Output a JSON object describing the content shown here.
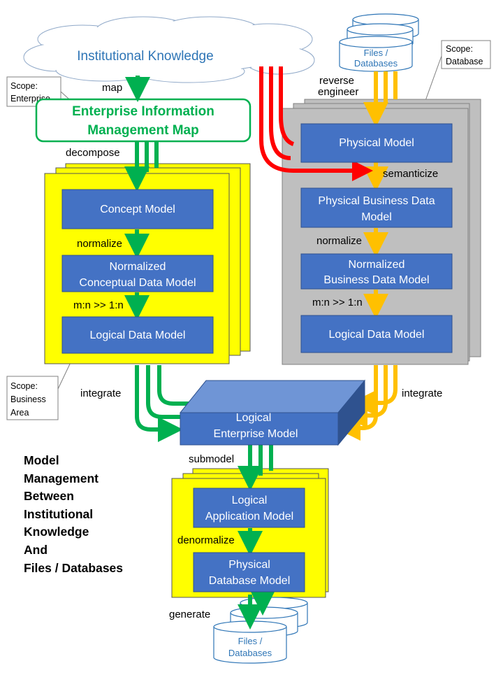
{
  "diagram": {
    "title_lines": [
      "Model",
      "Management",
      "Between",
      "Institutional",
      "Knowledge",
      "And",
      "Files / Databases"
    ],
    "cloud_label": "Institutional Knowledge",
    "eim_map": [
      "Enterprise Information",
      "Management Map"
    ],
    "scopes": {
      "enterprise": [
        "Scope:",
        "Enterprise"
      ],
      "database": [
        "Scope:",
        "Database"
      ],
      "business_area": [
        "Scope:",
        "Business",
        "Area"
      ]
    },
    "files_top": [
      "Files /",
      "Databases"
    ],
    "files_bottom": [
      "Files /",
      "Databases"
    ],
    "left_stack": {
      "concept": "Concept Model",
      "normalized_conceptual": [
        "Normalized",
        "Conceptual Data Model"
      ],
      "logical": "Logical Data Model"
    },
    "right_stack": {
      "physical": "Physical Model",
      "physical_business": [
        "Physical Business Data",
        "Model"
      ],
      "normalized_business": [
        "Normalized",
        "Business Data Model"
      ],
      "logical": "Logical Data Model"
    },
    "enterprise_model": [
      "Logical",
      "Enterprise Model"
    ],
    "bottom_stack": {
      "application": [
        "Logical",
        "Application Model"
      ],
      "physical_db": [
        "Physical",
        "Database Model"
      ]
    },
    "labels": {
      "map": "map",
      "decompose": "decompose",
      "normalize_left": "normalize",
      "mn_left": "m:n >> 1:n",
      "integrate_left": "integrate",
      "reverse_engineer": [
        "reverse",
        "engineer"
      ],
      "semanticize": "semanticize",
      "normalize_right": "normalize",
      "mn_right": "m:n >> 1:n",
      "integrate_right": "integrate",
      "submodel": "submodel",
      "denormalize": "denormalize",
      "generate": "generate"
    },
    "colors": {
      "green": "#00b050",
      "orange": "#ffc000",
      "red": "#ff0000",
      "blue_box": "#4472c4",
      "yellow": "#ffff00",
      "grey": "#bfbfbf",
      "cloud_text": "#2e75b6"
    }
  }
}
